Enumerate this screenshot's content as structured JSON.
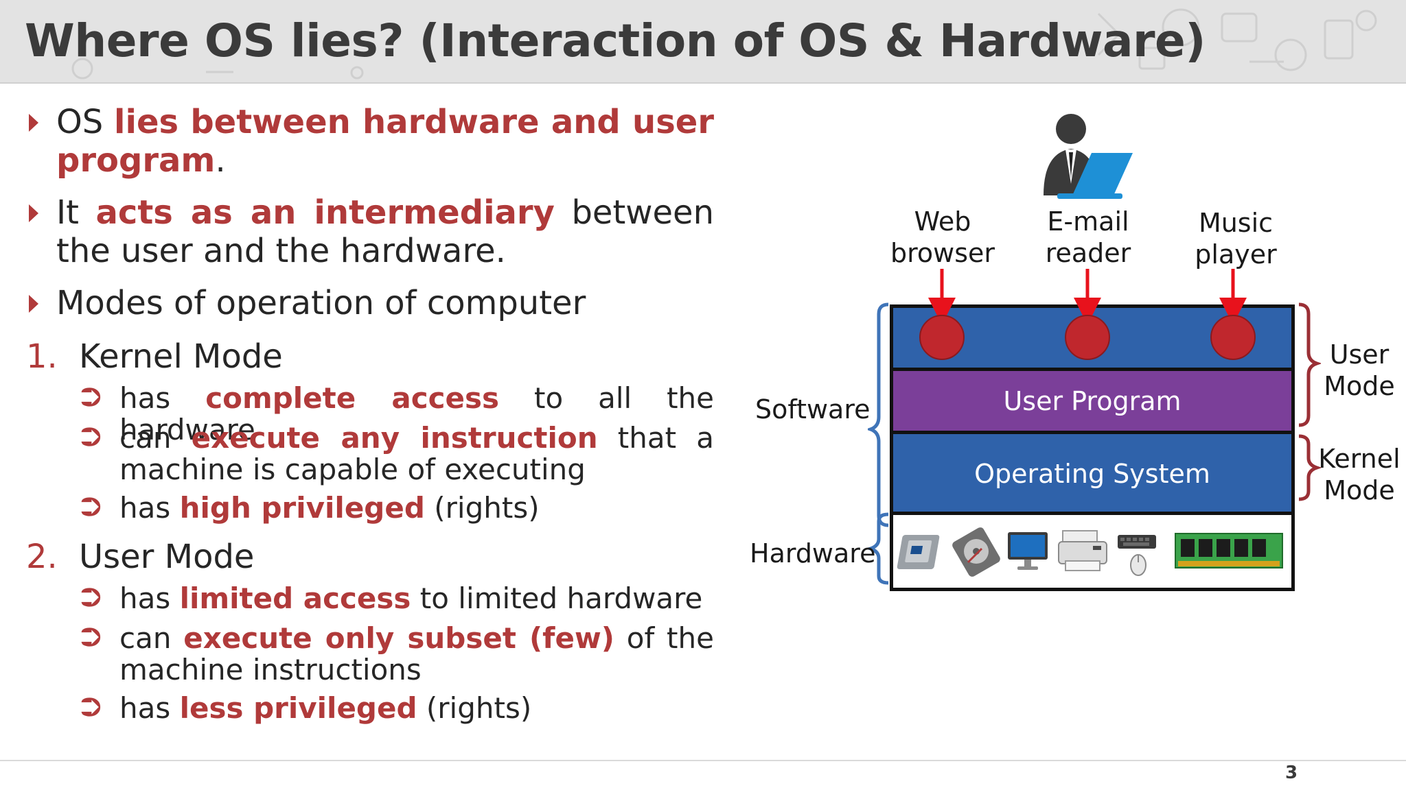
{
  "title": "Where OS lies? (Interaction of OS & Hardware)",
  "bullets": [
    {
      "pre": "OS ",
      "hl": "lies between hardware and user program",
      "post": "."
    },
    {
      "pre": "It ",
      "hl": "acts as an intermediary",
      "post": " between the user and the hardware."
    },
    {
      "pre": "Modes of operation of computer",
      "hl": "",
      "post": ""
    }
  ],
  "modes": [
    {
      "number": "1.",
      "name": "Kernel Mode",
      "items": [
        {
          "pre": "has ",
          "hl": "complete access",
          "post": " to all the hardware"
        },
        {
          "pre": "can ",
          "hl": "execute any instruction",
          "post": " that a machine is capable of executing"
        },
        {
          "pre": "has ",
          "hl": "high privileged",
          "post": " (rights)"
        }
      ]
    },
    {
      "number": "2.",
      "name": "User Mode",
      "items": [
        {
          "pre": "has ",
          "hl": "limited access",
          "post": " to limited hardware"
        },
        {
          "pre": "can ",
          "hl": "execute only subset (few)",
          "post": " of the machine instructions"
        },
        {
          "pre": "has ",
          "hl": "less privileged",
          "post": " (rights)"
        }
      ]
    }
  ],
  "diagram": {
    "apps": [
      {
        "line1": "Web",
        "line2": "browser"
      },
      {
        "line1": "E-mail",
        "line2": "reader"
      },
      {
        "line1": "Music",
        "line2": "player"
      }
    ],
    "layers": {
      "user_program": "User Program",
      "operating_system": "Operating System"
    },
    "left_labels": {
      "software": "Software",
      "hardware": "Hardware"
    },
    "right_labels": {
      "user_mode_1": "User",
      "user_mode_2": "Mode",
      "kernel_mode_1": "Kernel",
      "kernel_mode_2": "Mode"
    },
    "hardware_icons": [
      "cpu-icon",
      "hard-disk-icon",
      "monitor-icon",
      "printer-icon",
      "keyboard-mouse-icon",
      "ram-icon"
    ],
    "colors": {
      "apps_layer": "#2f62aa",
      "user_program_layer": "#7b3f99",
      "os_layer": "#2f62aa",
      "app_dot": "#c0272d",
      "arrow": "#e8121c",
      "left_brace": "#3f74b8",
      "right_brace": "#9a2f35",
      "highlight": "#b03a3a"
    }
  },
  "page_number": "3"
}
